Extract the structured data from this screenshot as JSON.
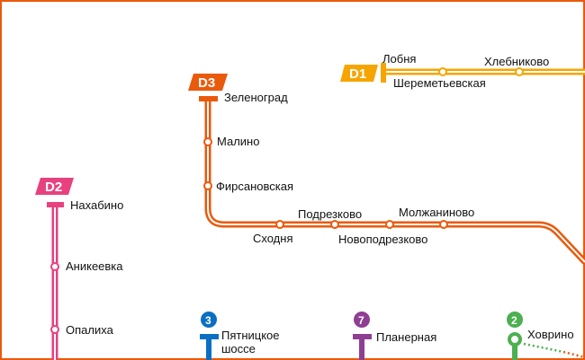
{
  "colors": {
    "d1": "#f6a500",
    "d2": "#e8417f",
    "d3": "#ea5a0c",
    "line2": "#4caf50",
    "line3": "#0a6fc2",
    "line7": "#8e3f93",
    "frame": "#ea5a0c"
  },
  "d1": {
    "badge": "D1",
    "stations": [
      "Лобня",
      "Шереметьевская",
      "Хлебниково"
    ]
  },
  "d2": {
    "badge": "D2",
    "stations": [
      "Нахабино",
      "Аникеевка",
      "Опалиха"
    ]
  },
  "d3": {
    "badge": "D3",
    "stations": [
      "Зеленоград",
      "Малино",
      "Фирсановская",
      "Сходня",
      "Подрезково",
      "Новоподрезково",
      "Молжаниново"
    ]
  },
  "metro": [
    {
      "number": "3",
      "station_line1": "Пятницкое",
      "station_line2": "шоссе"
    },
    {
      "number": "7",
      "station": "Планерная"
    },
    {
      "number": "2",
      "station": "Ховрино"
    }
  ]
}
